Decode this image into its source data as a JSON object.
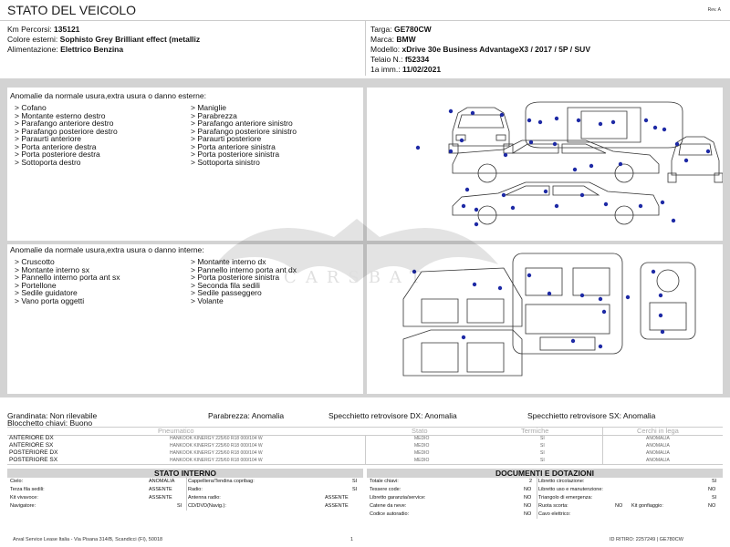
{
  "header": {
    "title": "STATO DEL VEICOLO",
    "rev": "Rev. A"
  },
  "vehicle": {
    "left": [
      {
        "label": "Km Percorsi:",
        "value": "135121"
      },
      {
        "label": "Colore esterni:",
        "value": "Sophisto Grey Brilliant effect (metalliz"
      },
      {
        "label": "Alimentazione:",
        "value": "Elettrico Benzina"
      }
    ],
    "right": [
      {
        "label": "Targa:",
        "value": "GE780CW"
      },
      {
        "label": "Marca:",
        "value": "BMW"
      },
      {
        "label": "Modello:",
        "value": "xDrive 30e Business AdvantageX3 / 2017 / 5P / SUV"
      },
      {
        "label": "Telaio N.:",
        "value": "f52334"
      },
      {
        "label": "1a imm.:",
        "value": "11/02/2021"
      }
    ]
  },
  "external": {
    "title": "Anomalie da normale usura,extra usura o danno esterne:",
    "col1": [
      "> Cofano",
      "> Montante esterno destro",
      "> Parafango anteriore destro",
      "> Parafango posteriore destro",
      "> Paraurti anteriore",
      "> Porta anteriore destra",
      "> Porta posteriore destra",
      "> Sottoporta destro"
    ],
    "col2": [
      "> Maniglie",
      "> Parabrezza",
      "> Parafango anteriore sinistro",
      "> Parafango posteriore sinistro",
      "> Paraurti posteriore",
      "> Porta anteriore sinistra",
      "> Porta posteriore sinistra",
      "> Sottoporta sinistro"
    ]
  },
  "internal": {
    "title": "Anomalie da normale usura,extra usura o danno interne:",
    "col1": [
      "> Cruscotto",
      "> Montante interno sx",
      "> Pannello interno porta ant sx",
      "> Portellone",
      "> Sedile guidatore",
      "> Vano porta oggetti"
    ],
    "col2": [
      "> Montante interno dx",
      "> Pannello interno porta ant dx",
      "> Porta posteriore sinistra",
      "> Seconda fila sedili",
      "> Sedile passeggero",
      "> Volante"
    ]
  },
  "watermark": "CARSBAT",
  "status": {
    "grandinata": "Grandinata: Non rilevabile",
    "blocchetto": "Blocchetto chiavi: Buono",
    "parabrezza": "Parabrezza: Anomalia",
    "specchietto_dx": "Specchietto retrovisore DX: Anomalia",
    "specchietto_sx": "Specchietto retrovisore SX: Anomalia"
  },
  "tyres": {
    "headers": {
      "pneumatico": "Pneumatico",
      "stato": "Stato",
      "termiche": "Termiche",
      "cerchi": "Cerchi in lega"
    },
    "rows": [
      {
        "pos": "ANTERIORE DX",
        "tyre": "HANKOOK KINERGY  225/60 R18 000/104 W",
        "stato": "MEDIO",
        "termiche": "SI",
        "cerchi": "ANOMALIA"
      },
      {
        "pos": "ANTERIORE SX",
        "tyre": "HANKOOK KINERGY  225/60 R18 000/104 W",
        "stato": "MEDIO",
        "termiche": "SI",
        "cerchi": "ANOMALIA"
      },
      {
        "pos": "POSTERIORE DX",
        "tyre": "HANKOOK KINERGY  225/60 R18 000/104 W",
        "stato": "MEDIO",
        "termiche": "SI",
        "cerchi": "ANOMALIA"
      },
      {
        "pos": "POSTERIORE SX",
        "tyre": "HANKOOK KINERGY  225/60 R18 000/104 W",
        "stato": "MEDIO",
        "termiche": "SI",
        "cerchi": "ANOMALIA"
      }
    ]
  },
  "stato_interno": {
    "title": "STATO INTERNO",
    "left": [
      {
        "label": "Cielo:",
        "value": "ANOMALIA"
      },
      {
        "label": "Terza fila sedili:",
        "value": "ASSENTE"
      },
      {
        "label": "Kit vivavoce:",
        "value": "ASSENTE"
      },
      {
        "label": "Navigatore:",
        "value": "SI"
      }
    ],
    "right": [
      {
        "label": "Cappelliera/Tendina copribag:",
        "value": "SI"
      },
      {
        "label": "Radio:",
        "value": "SI"
      },
      {
        "label": "Antenna radio:",
        "value": "ASSENTE"
      },
      {
        "label": "CD/DVD(Navig.):",
        "value": "ASSENTE"
      }
    ]
  },
  "documenti": {
    "title": "DOCUMENTI E DOTAZIONI",
    "left": [
      {
        "label": "Totale chiavi:",
        "value": "2"
      },
      {
        "label": "Tessere code:",
        "value": "NO"
      },
      {
        "label": "Libretto garanzia/service:",
        "value": "NO"
      },
      {
        "label": "Catene da neve:",
        "value": "NO"
      },
      {
        "label": "Codice autoradio:",
        "value": "NO"
      }
    ],
    "right": [
      {
        "label": "Libretto circolazione:",
        "value": "SI"
      },
      {
        "label": "Libretto uso e manutenzione:",
        "value": "NO"
      },
      {
        "label": "Triangolo di emergenza:",
        "value": "SI"
      },
      {
        "label": "Ruota scorta:",
        "value": "NO"
      },
      {
        "label": "Cavo elettrico:",
        "value": ""
      }
    ],
    "extra": {
      "label": "Kit gonfiaggio:",
      "value": "NO"
    }
  },
  "footer": {
    "address": "Arval Service Lease Italia - Via Pisana 314/B, Scandicci (FI), 50018",
    "page": "1",
    "id": "ID RITIRO: 2257249 | GE780CW"
  },
  "colors": {
    "dot": "#1e2aa5",
    "panel": "#d3d3d3"
  }
}
